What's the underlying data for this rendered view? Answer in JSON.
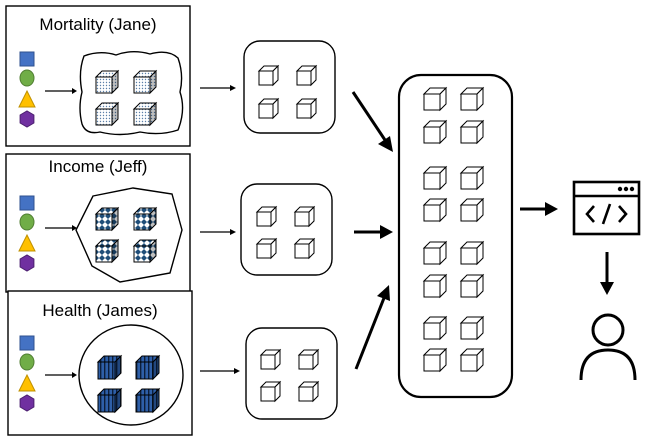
{
  "panels": [
    {
      "title": "Mortality (Jane)",
      "shape": "wavy-blob",
      "cube_style": "dotted"
    },
    {
      "title": "Income (Jeff)",
      "shape": "irregular-polygon",
      "cube_style": "checkered-blue"
    },
    {
      "title": "Health (James)",
      "shape": "circle",
      "cube_style": "striped-blue"
    }
  ],
  "legend_icons": [
    "square-icon",
    "circle-icon",
    "triangle-icon",
    "hexagon-icon"
  ],
  "colors": {
    "square": "#4472c4",
    "circle": "#70ad47",
    "triangle": "#ffc000",
    "hexagon": "#7030a0",
    "checker": "#1f4e79",
    "stripe": "#2e5fa8",
    "dot": "#5b7fa8",
    "line": "#000000"
  },
  "icons": {
    "code_window": "code-window-icon",
    "user": "user-icon"
  }
}
